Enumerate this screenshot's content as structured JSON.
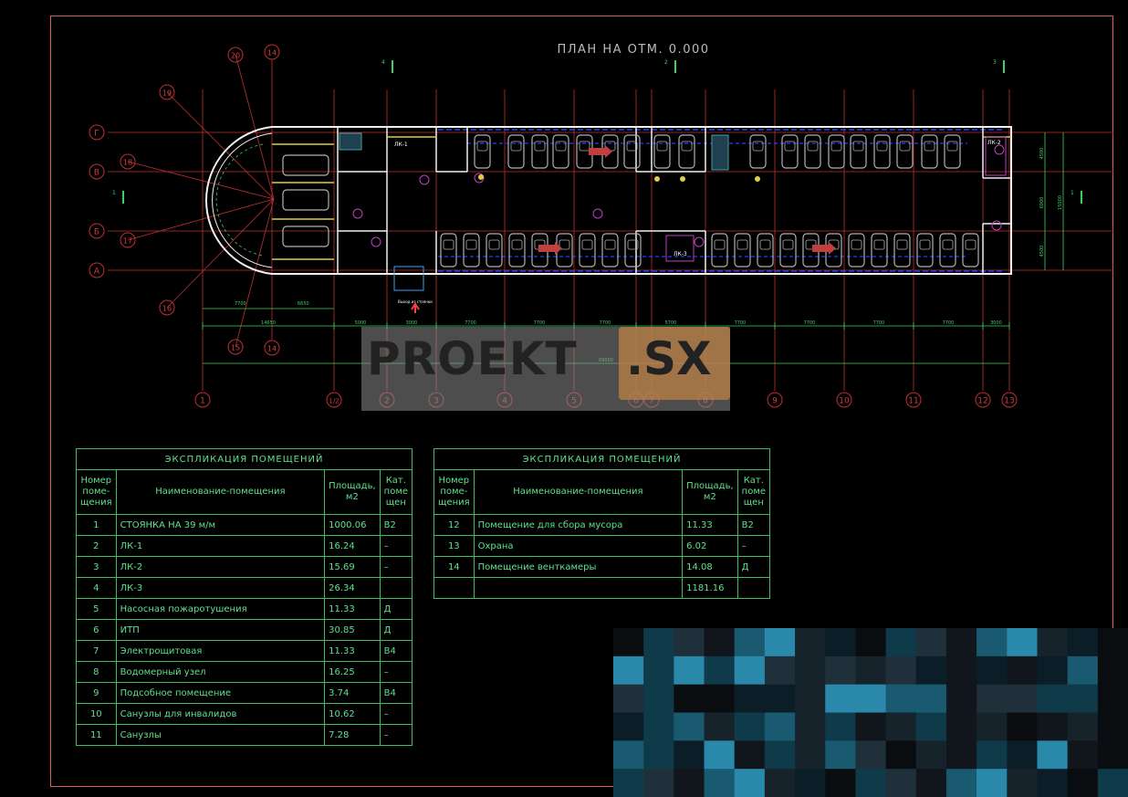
{
  "plan": {
    "title": "ПЛАН НА ОТМ. 0.000",
    "letter_axes": [
      "Г",
      "В",
      "Б",
      "А"
    ],
    "number_axes": [
      "1",
      "1/2",
      "2",
      "3",
      "4",
      "5",
      "6",
      "7",
      "8",
      "9",
      "10",
      "11",
      "12",
      "13"
    ],
    "radial_axes": [
      "20",
      "19",
      "18",
      "17",
      "16",
      "15"
    ],
    "top_axis_labels": [
      "14"
    ],
    "bottom_axis_labels": [
      "14"
    ],
    "section_marks": [
      "4",
      "2",
      "3",
      "1",
      "1"
    ],
    "rooms": [
      "ЛК-1",
      "ЛК-2",
      "ЛК-3"
    ],
    "exit_label": "Выход из стоянки",
    "dims_top": [
      "7700",
      "6650"
    ],
    "dims_bottom": [
      "14650",
      "5000",
      "3000",
      "7700",
      "7700",
      "7700",
      "5700",
      "7700",
      "7700",
      "7700",
      "7700",
      "3000"
    ],
    "dim_total": "89050",
    "dims_right": [
      "4500",
      "6000",
      "4500",
      "15000"
    ]
  },
  "watermark": {
    "main": "PROEKT",
    "suffix": ".SX"
  },
  "table1": {
    "caption": "ЭКСПЛИКАЦИЯ ПОМЕЩЕНИЙ",
    "headers": [
      "Номер поме- щения",
      "Наименование-помещения",
      "Площадь, м2",
      "Кат. поме щен"
    ],
    "rows": [
      [
        "1",
        "СТОЯНКА НА 39 м/м",
        "1000.06",
        "В2"
      ],
      [
        "2",
        "ЛК-1",
        "16.24",
        "–"
      ],
      [
        "3",
        "ЛК-2",
        "15.69",
        "–"
      ],
      [
        "4",
        "ЛК-3",
        "26.34",
        ""
      ],
      [
        "5",
        "Насосная пожаротушения",
        "11.33",
        "Д"
      ],
      [
        "6",
        "ИТП",
        "30.85",
        "Д"
      ],
      [
        "7",
        "Электрощитовая",
        "11.33",
        "В4"
      ],
      [
        "8",
        "Водомерный узел",
        "16.25",
        "–"
      ],
      [
        "9",
        "Подсобное помещение",
        "3.74",
        "В4"
      ],
      [
        "10",
        "Санузлы для инвалидов",
        "10.62",
        "–"
      ],
      [
        "11",
        "Санузлы",
        "7.28",
        "–"
      ]
    ]
  },
  "table2": {
    "caption": "ЭКСПЛИКАЦИЯ ПОМЕЩЕНИЙ",
    "headers": [
      "Номер поме- щения",
      "Наименование-помещения",
      "Площадь, м2",
      "Кат. поме щен"
    ],
    "rows": [
      [
        "12",
        "Помещение для сбора мусора",
        "11.33",
        "В2"
      ],
      [
        "13",
        "Охрана",
        "6.02",
        "–"
      ],
      [
        "14",
        "Помещение венткамеры",
        "14.08",
        "Д"
      ],
      [
        "",
        "",
        "1181.16",
        ""
      ]
    ]
  },
  "colors": {
    "frame": "#e05a5a",
    "axis": "#c03030",
    "wall": "#f0f0f0",
    "dim": "#40d060",
    "car": "#b0b0b0",
    "blue": "#2040ff",
    "magenta": "#c040c0",
    "yellow": "#e0d040"
  }
}
